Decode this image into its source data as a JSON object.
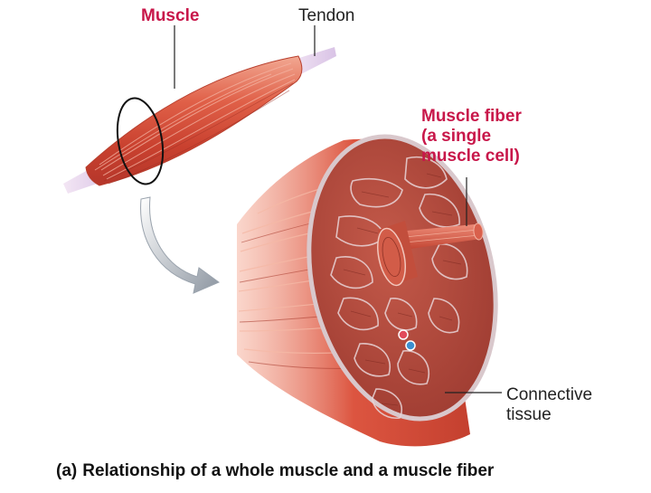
{
  "labels": {
    "muscle": "Muscle",
    "tendon": "Tendon",
    "muscle_fiber": "Muscle fiber\n(a single\nmuscle cell)",
    "connective_tissue": "Connective\ntissue"
  },
  "caption": {
    "part": "(a)",
    "text": "Relationship of a whole muscle and a muscle fiber"
  },
  "colors": {
    "muscle_red": "#d9503c",
    "muscle_highlight": "#f0a08c",
    "tendon": "#e4d2ec",
    "label_red": "#c8174a",
    "arrow_gray": "#9aa3ad",
    "cross_section": "#b24a3c"
  }
}
